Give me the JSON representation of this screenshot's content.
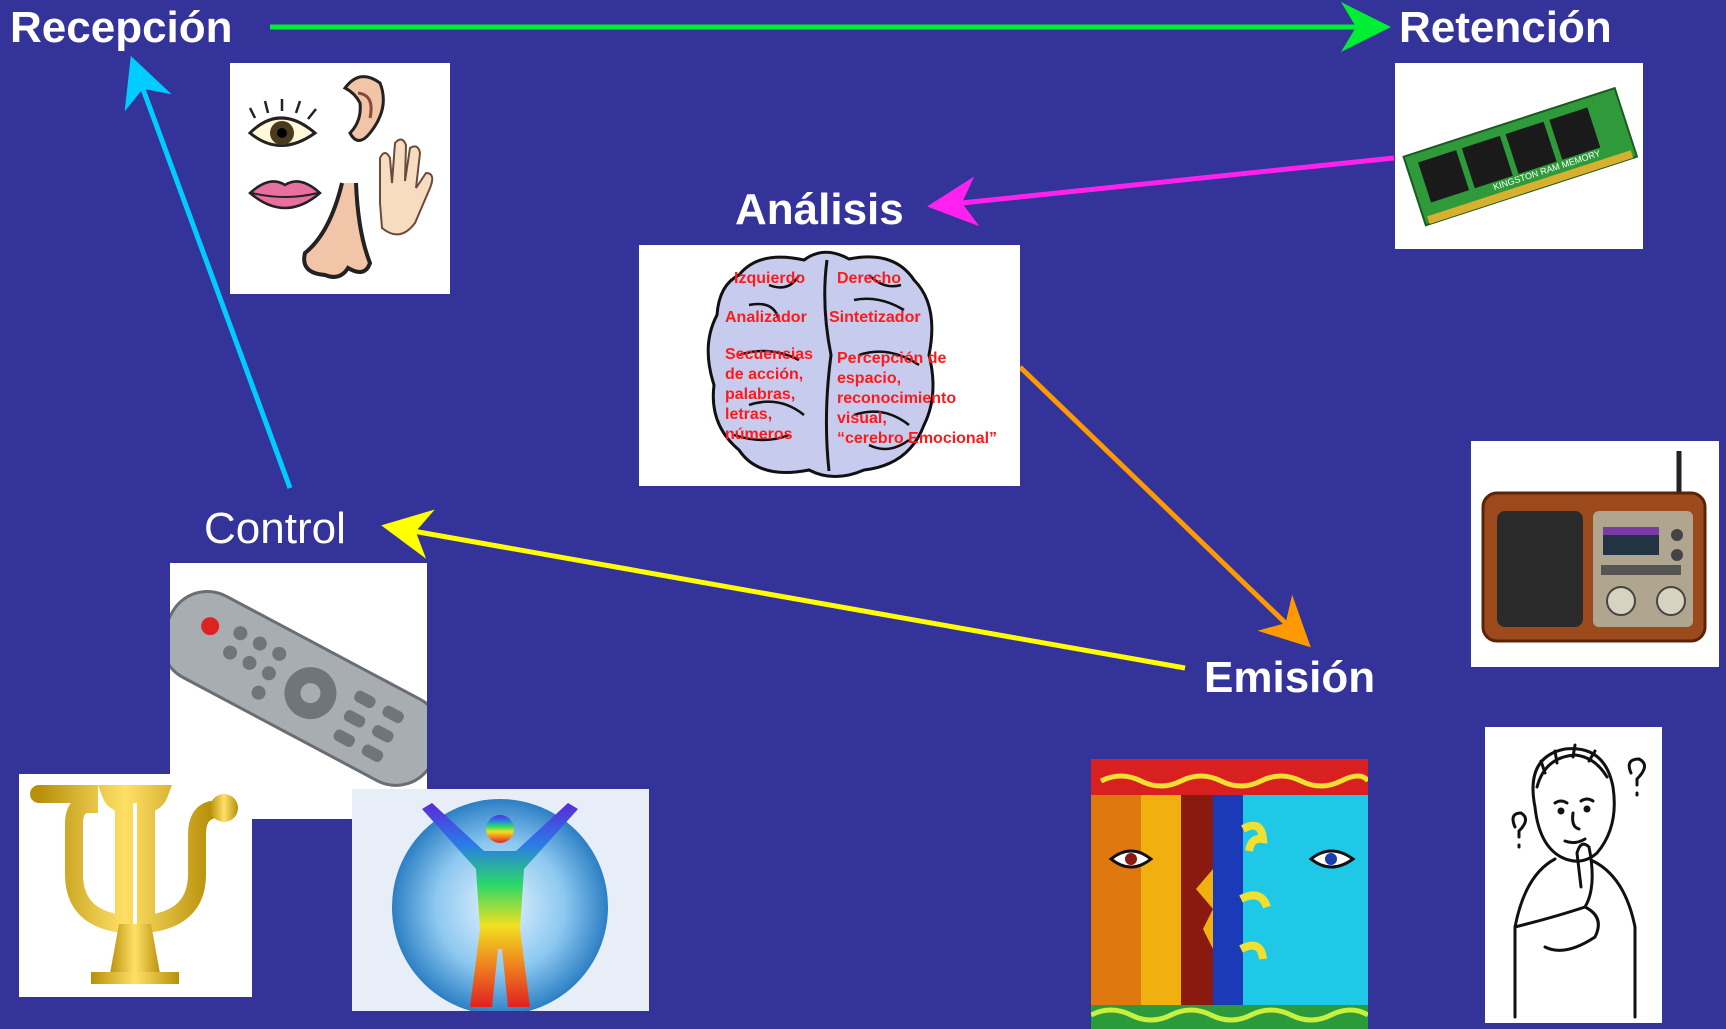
{
  "nodes": {
    "recepcion": "Recepción",
    "retencion": "Retención",
    "analisis": "Análisis",
    "control": "Control",
    "emision": "Emisión"
  },
  "brain": {
    "left_title": "Izquierdo",
    "right_title": "Derecho",
    "left_role": "Analizador",
    "right_role": "Sintetizador",
    "left_lines": [
      "Secuencias",
      "de acción,",
      "palabras,",
      "letras,",
      "números"
    ],
    "right_lines": [
      "Percepción de",
      "espacio,",
      "reconocimiento",
      "visual,",
      "“cerebro Emocional”"
    ]
  },
  "ram_label": "KINGSTON RAM MEMORY",
  "colors": {
    "background": "#333399",
    "arrow_recepcion_retencion": "#00ee33",
    "arrow_retencion_analisis": "#ff22ee",
    "arrow_analisis_emision": "#ff9900",
    "arrow_emision_control": "#ffff00",
    "arrow_control_recepcion": "#00ccff"
  },
  "icons": [
    "senses-icon",
    "ram-memory-icon",
    "brain-icon",
    "radio-icon",
    "remote-control-icon",
    "psi-icon",
    "aura-figure-icon",
    "two-faces-icon",
    "thinking-person-icon"
  ]
}
